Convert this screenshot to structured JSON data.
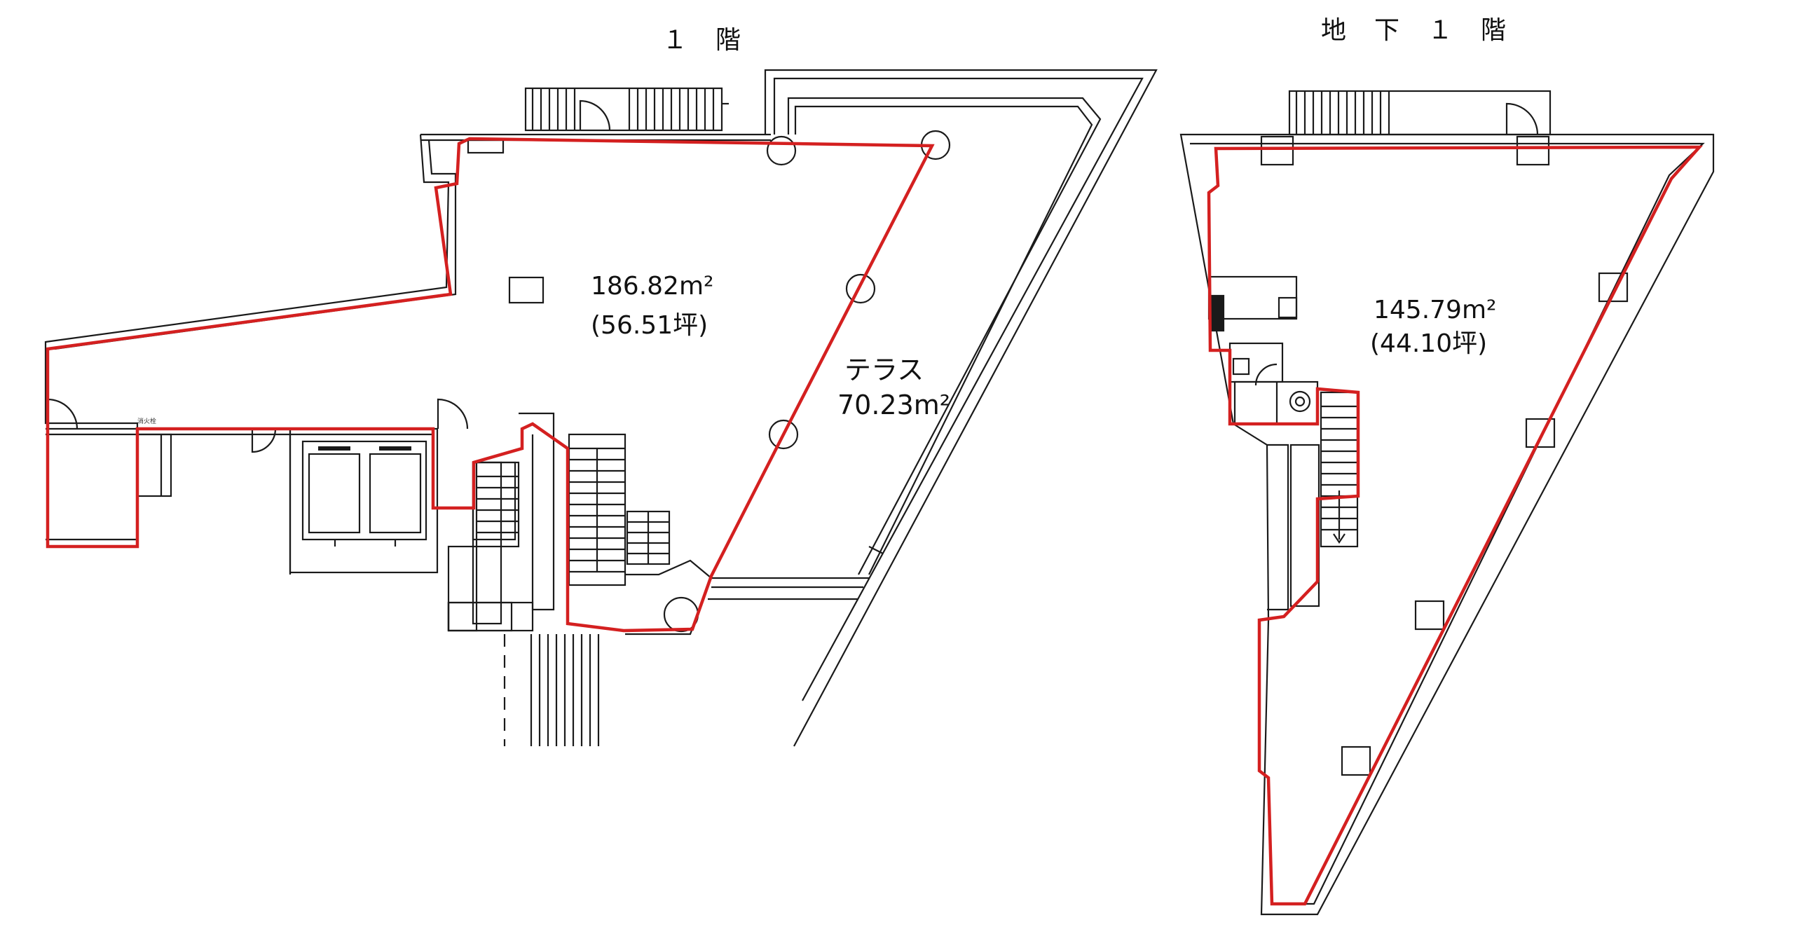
{
  "floors": {
    "first": {
      "title": "１　階",
      "room_area": "186.82m²",
      "room_tsubo": "(56.51坪)",
      "terrace_name": "テラス",
      "terrace_area": "70.23m²",
      "small_label": "消火栓"
    },
    "basement": {
      "title": "地　下　１　階",
      "room_area": "145.79m²",
      "room_tsubo": "(44.10坪)"
    }
  },
  "colors": {
    "outline": "#d42020",
    "wall": "#1a1a1a"
  }
}
